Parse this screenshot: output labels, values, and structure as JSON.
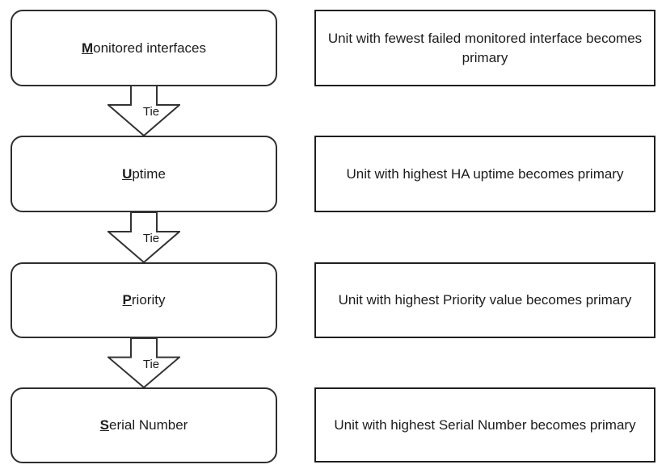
{
  "diagram": {
    "rows": [
      {
        "step": {
          "hotkey": "M",
          "rest": "onitored interfaces"
        },
        "description": "Unit with fewest failed monitored interface becomes primary"
      },
      {
        "step": {
          "hotkey": "U",
          "rest": "ptime"
        },
        "description": "Unit with highest HA uptime becomes primary"
      },
      {
        "step": {
          "hotkey": "P",
          "rest": "riority"
        },
        "description": "Unit with highest Priority value becomes primary"
      },
      {
        "step": {
          "hotkey": "S",
          "rest": "erial Number"
        },
        "description": "Unit with highest Serial Number becomes primary"
      }
    ],
    "connectors": [
      {
        "label": "Tie"
      },
      {
        "label": "Tie"
      },
      {
        "label": "Tie"
      }
    ],
    "colors": {
      "box_stroke": "#2e2e2e",
      "desc_stroke": "#1f1f1f",
      "arrow_stroke": "#333333",
      "fill": "#ffffff",
      "text": "#1c1c1c",
      "background": "#ffffff"
    }
  }
}
